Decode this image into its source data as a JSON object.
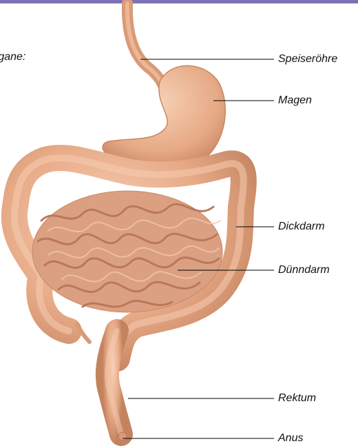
{
  "intro_text": "rgane:",
  "labels": {
    "speiseroehre": "Speiseröhre",
    "magen": "Magen",
    "dickdarm": "Dickdarm",
    "duenndarm": "Dünndarm",
    "rektum": "Rektum",
    "anus": "Anus"
  },
  "colors": {
    "accent_bar": "#7b73b4",
    "organ": "#e9b08f",
    "organ_shadow": "#c98664",
    "organ_light": "#f6ccb0",
    "leader_line": "#000000"
  }
}
